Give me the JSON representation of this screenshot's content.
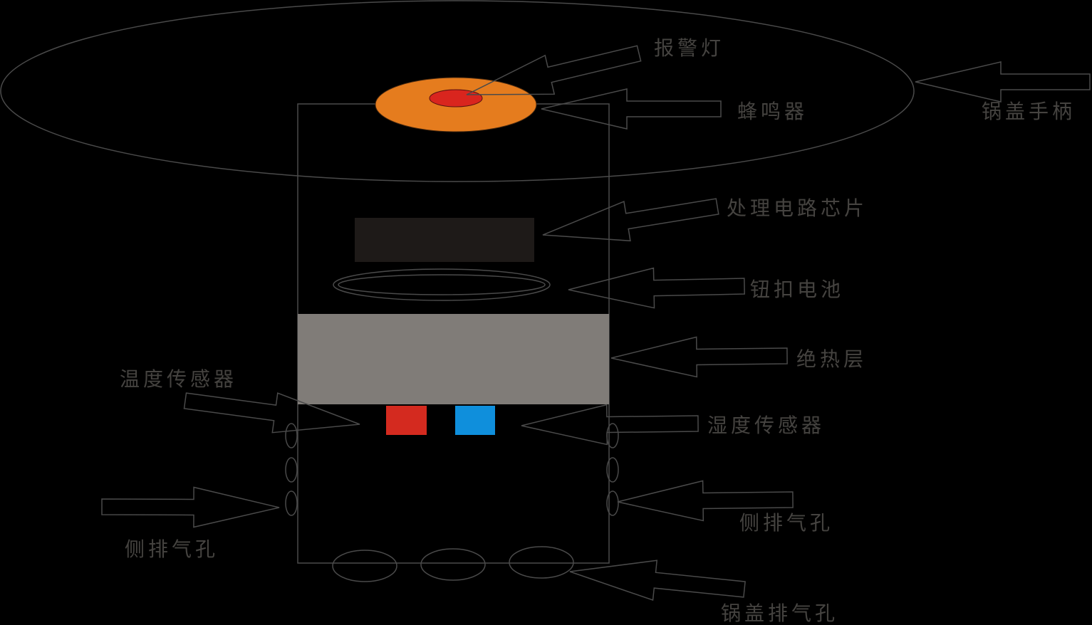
{
  "colors": {
    "background": "#000000",
    "line": "#4a4a4a",
    "buzzer": "#e57c1e",
    "alarm_light": "#d9251e",
    "chip": "#1e1a18",
    "insulation": "#807c78",
    "temperature_sensor": "#d42a1f",
    "humidity_sensor": "#0f8fdc"
  },
  "labels": {
    "alarm_light": "报警灯",
    "buzzer": "蜂鸣器",
    "lid_handle": "锅盖手柄",
    "processing_chip": "处理电路芯片",
    "button_battery": "钮扣电池",
    "insulation_layer": "绝热层",
    "temperature_sensor": "温度传感器",
    "humidity_sensor": "湿度传感器",
    "side_vent_left": "侧排气孔",
    "side_vent_right": "侧排气孔",
    "lid_vent": "锅盖排气孔"
  }
}
